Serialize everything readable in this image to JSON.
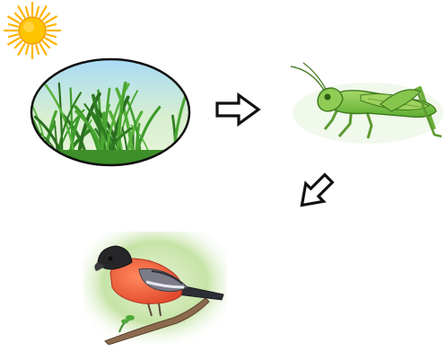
{
  "diagram": {
    "kind": "food-chain",
    "nodes": [
      {
        "id": "sun",
        "icon": "sun-icon"
      },
      {
        "id": "grass",
        "icon": "grass-icon"
      },
      {
        "id": "grasshopper",
        "icon": "grasshopper-icon"
      },
      {
        "id": "bird",
        "icon": "bullfinch-icon"
      }
    ],
    "edges": [
      {
        "from": "grass",
        "to": "grasshopper",
        "icon": "arrow-right-icon"
      },
      {
        "from": "grasshopper",
        "to": "bird",
        "icon": "arrow-down-left-icon"
      }
    ],
    "colors": {
      "sun": "#FFC000",
      "sky": "#8ECDF0",
      "grass": "#3E9B2C",
      "grasshopper": "#7DC242",
      "bird_breast": "#F0563A",
      "bird_head": "#2B2B2B",
      "foliage": "#C6E3A6"
    }
  }
}
